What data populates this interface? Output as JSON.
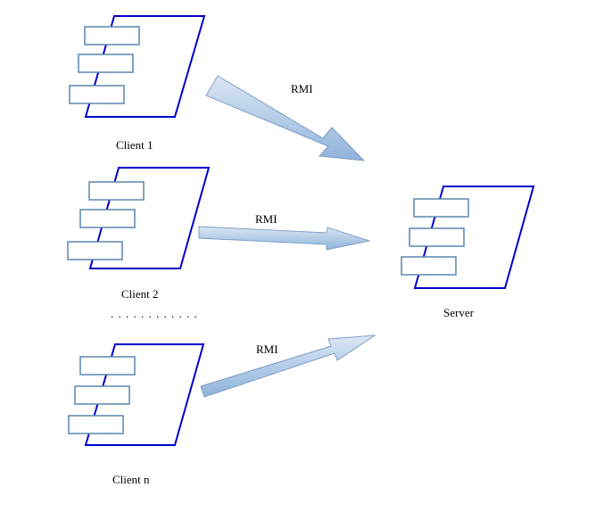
{
  "colors": {
    "component_outline": "#0000cc",
    "port_stroke": "#5b86b0",
    "arrow_fill_light": "#d6e4f3",
    "arrow_fill_dark": "#8fb3da",
    "arrow_stroke": "#7f9fc6"
  },
  "components": {
    "client1": {
      "label": "Client 1"
    },
    "client2": {
      "label": "Client 2"
    },
    "clientn": {
      "label": "Client n"
    },
    "server": {
      "label": "Server"
    }
  },
  "ellipsis": ". . . . . . . . . . . .",
  "arrows": {
    "rmi1": {
      "label": "RMI"
    },
    "rmi2": {
      "label": "RMI"
    },
    "rmi3": {
      "label": "RMI"
    }
  }
}
